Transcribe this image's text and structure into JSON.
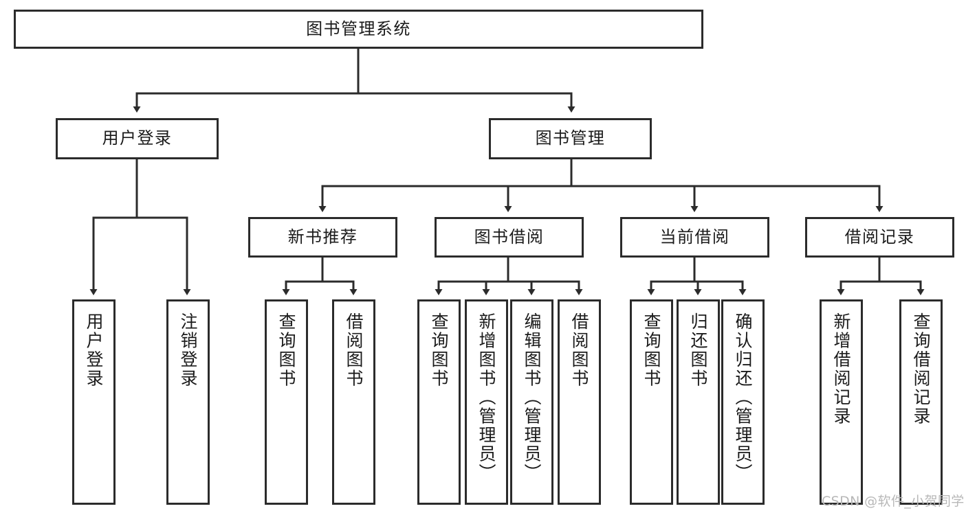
{
  "diagram": {
    "type": "tree-hierarchy-chart",
    "title": "图书管理系统",
    "colors": {
      "box_border": "#2b2b2b",
      "box_fill": "#ffffff",
      "edge": "#2b2b2b",
      "text": "#1b1b1b",
      "watermark": "#b8b8b8",
      "background": "#ffffff"
    },
    "levels": [
      {
        "level": 1,
        "nodes": [
          {
            "id": "root",
            "label": "图书管理系统",
            "orientation": "horizontal"
          }
        ]
      },
      {
        "level": 2,
        "nodes": [
          {
            "id": "login",
            "label": "用户登录",
            "orientation": "horizontal",
            "parent": "root"
          },
          {
            "id": "bookmgmt",
            "label": "图书管理",
            "orientation": "horizontal",
            "parent": "root"
          }
        ]
      },
      {
        "level": 3,
        "nodes": [
          {
            "id": "newbook",
            "label": "新书推荐",
            "orientation": "horizontal",
            "parent": "bookmgmt"
          },
          {
            "id": "borrow",
            "label": "图书借阅",
            "orientation": "horizontal",
            "parent": "bookmgmt"
          },
          {
            "id": "current",
            "label": "当前借阅",
            "orientation": "horizontal",
            "parent": "bookmgmt"
          },
          {
            "id": "records",
            "label": "借阅记录",
            "orientation": "horizontal",
            "parent": "bookmgmt"
          }
        ]
      },
      {
        "level": 4,
        "nodes": [
          {
            "id": "leaf1",
            "label": "用户登录",
            "orientation": "vertical",
            "parent": "login"
          },
          {
            "id": "leaf2",
            "label": "注销登录",
            "orientation": "vertical",
            "parent": "login"
          },
          {
            "id": "leaf3",
            "label": "查询图书",
            "orientation": "vertical",
            "parent": "newbook"
          },
          {
            "id": "leaf4",
            "label": "借阅图书",
            "orientation": "vertical",
            "parent": "newbook"
          },
          {
            "id": "leaf5",
            "label": "查询图书",
            "orientation": "vertical",
            "parent": "borrow"
          },
          {
            "id": "leaf6",
            "label": "新增图书（管理员）",
            "orientation": "vertical",
            "parent": "borrow"
          },
          {
            "id": "leaf7",
            "label": "编辑图书（管理员）",
            "orientation": "vertical",
            "parent": "borrow"
          },
          {
            "id": "leaf8",
            "label": "借阅图书",
            "orientation": "vertical",
            "parent": "borrow"
          },
          {
            "id": "leaf9",
            "label": "查询图书",
            "orientation": "vertical",
            "parent": "current"
          },
          {
            "id": "leaf10",
            "label": "归还图书",
            "orientation": "vertical",
            "parent": "current"
          },
          {
            "id": "leaf11",
            "label": "确认归还（管理员）",
            "orientation": "vertical",
            "parent": "current"
          },
          {
            "id": "leaf12",
            "label": "新增借阅记录",
            "orientation": "vertical",
            "parent": "records"
          },
          {
            "id": "leaf13",
            "label": "查询借阅记录",
            "orientation": "vertical",
            "parent": "records"
          }
        ]
      }
    ],
    "watermark": "CSDN @软件_小贺同学"
  }
}
